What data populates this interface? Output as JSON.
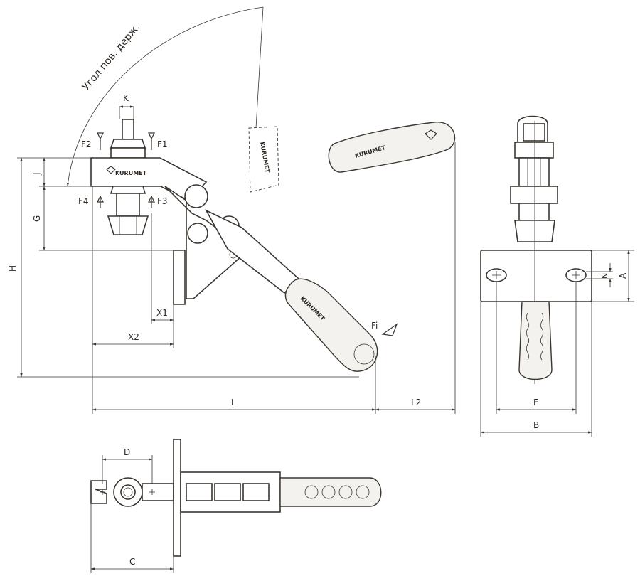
{
  "diagram": {
    "rotation_label": "Угол пов. держ.",
    "brand": "KURUMET",
    "dimensions": {
      "K": "K",
      "J": "J",
      "G": "G",
      "H": "H",
      "X1": "X1",
      "X2": "X2",
      "L": "L",
      "L2": "L2",
      "A": "A",
      "N": "N",
      "F": "F",
      "B": "B",
      "D": "D",
      "C": "C"
    },
    "forces": {
      "F1": "F1",
      "F2": "F2",
      "F3": "F3",
      "F4": "F4",
      "Fi": "Fi"
    }
  }
}
